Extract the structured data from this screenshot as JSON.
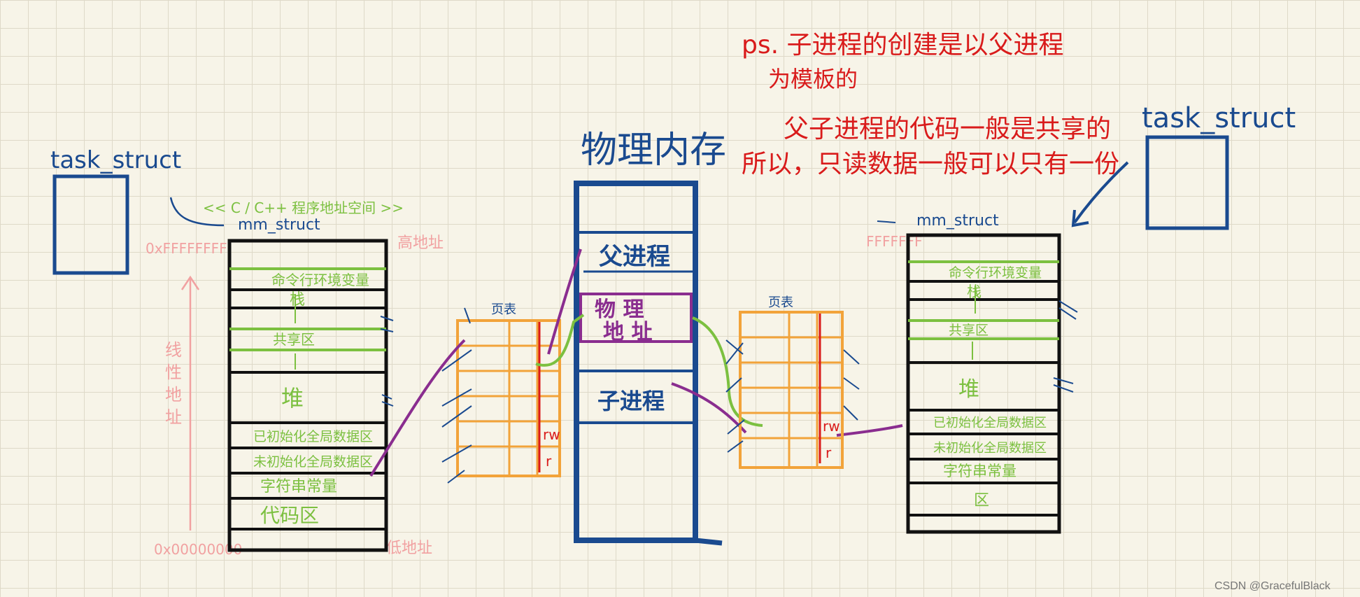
{
  "left": {
    "task_struct": "task_struct",
    "mm_struct": "mm_struct",
    "address_space_title": "<< C / C++ 程序地址空间 >>",
    "high_addr_value": "0xFFFFFFFF",
    "high_addr_label": "高地址",
    "low_addr_value": "0x00000000",
    "low_addr_label": "低地址",
    "linear_addr_label": [
      "线",
      "性",
      "地",
      "址"
    ],
    "segments": {
      "env": "命令行环境变量",
      "stack": "栈",
      "shared": "共享区",
      "heap": "堆",
      "init_data": "已初始化全局数据区",
      "uninit_data": "未初始化全局数据区",
      "const": "字符串常量",
      "code": "代码区"
    },
    "page_table_title": "页表",
    "perm_rw": "rw",
    "perm_r": "r"
  },
  "center": {
    "title": "物理内存",
    "parent": "父进程",
    "physical_addr_line1": "物 理",
    "physical_addr_line2": "地 址",
    "child": "子进程"
  },
  "right": {
    "task_struct": "task_struct",
    "mm_struct": "mm_struct",
    "high_addr_value": "FFFFFFF",
    "segments": {
      "env": "命令行环境变量",
      "stack": "栈",
      "shared": "共享区",
      "heap": "堆",
      "init_data": "已初始化全局数据区",
      "uninit_data": "未初始化全局数据区",
      "const": "字符串常量",
      "code": "区"
    },
    "page_table_title": "页表",
    "perm_rw": "rw",
    "perm_r": "r"
  },
  "notes": {
    "line1": "ps. 子进程的创建是以父进程",
    "line2": "为模板的",
    "line3": "父子进程的代码一般是共享的",
    "line4": "所以，只读数据一般可以只有一份"
  },
  "watermark": "CSDN @GracefulBlack",
  "colors": {
    "blue": "#1a4a8f",
    "green": "#7cc040",
    "orange": "#f2a33a",
    "red": "#d91b1b",
    "purple": "#8a2d8f",
    "pink": "#f1a1a1",
    "black": "#111111"
  }
}
